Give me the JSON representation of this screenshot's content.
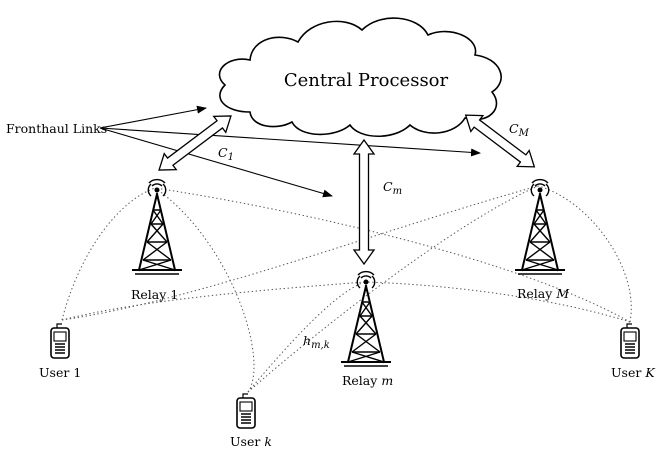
{
  "cloud": {
    "label": "Central Processor"
  },
  "fronthaul": {
    "label": "Fronthaul Links",
    "capacities": [
      {
        "base": "C",
        "sub": "1"
      },
      {
        "base": "C",
        "sub": "m"
      },
      {
        "base": "C",
        "sub": "M"
      }
    ]
  },
  "relays": [
    {
      "name": "Relay",
      "index": "1",
      "index_italic": false
    },
    {
      "name": "Relay",
      "index": "m",
      "index_italic": true
    },
    {
      "name": "Relay",
      "index": "M",
      "index_italic": true
    }
  ],
  "users": [
    {
      "name": "User",
      "index": "1",
      "index_italic": false
    },
    {
      "name": "User",
      "index": "k",
      "index_italic": true
    },
    {
      "name": "User",
      "index": "K",
      "index_italic": true
    }
  ],
  "channel": {
    "base": "h",
    "sub": "m,k"
  }
}
